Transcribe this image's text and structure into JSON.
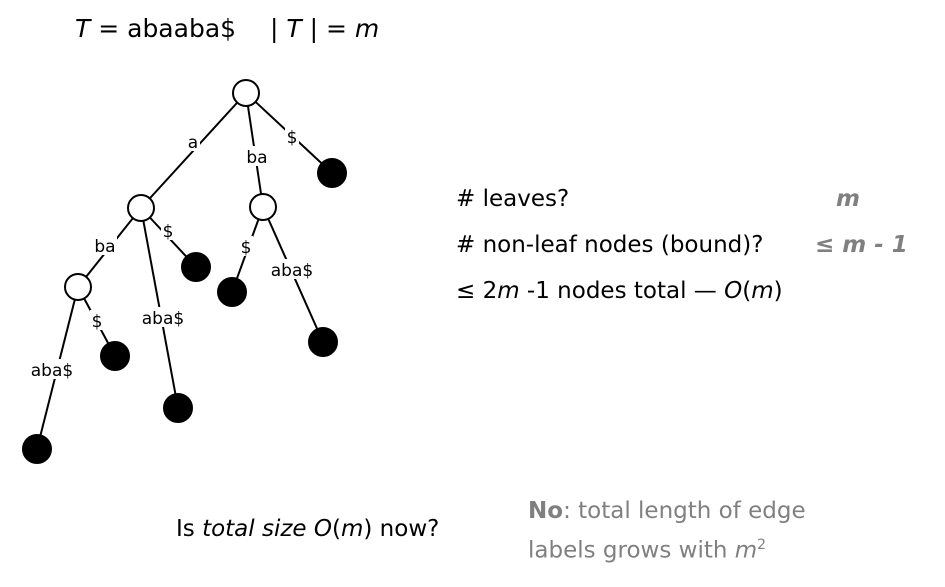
{
  "title": {
    "t": "T",
    "eq": " = abaaba$",
    "bar1": "| ",
    "t2": "T",
    "bar2": " | = ",
    "m": "m"
  },
  "tree": {
    "edges": [
      {
        "label": "a"
      },
      {
        "label": "ba"
      },
      {
        "label": "$"
      },
      {
        "label": "ba"
      },
      {
        "label": "$"
      },
      {
        "label": "aba$"
      },
      {
        "label": "$"
      },
      {
        "label": "aba$"
      },
      {
        "label": "$"
      },
      {
        "label": "aba$"
      }
    ]
  },
  "facts": {
    "leaves_q": "# leaves?",
    "leaves_a": "m",
    "nonleaf_q": "# non-leaf nodes (bound)?",
    "nonleaf_a": "≤ m - 1",
    "total_pre": "≤ 2",
    "total_m": "m",
    "total_mid": " -1 nodes total — ",
    "total_o": "O",
    "total_paren1": "(",
    "total_m2": "m",
    "total_paren2": ")"
  },
  "question": {
    "is": "Is ",
    "ital": "total size O",
    "p1": "(",
    "m": "m",
    "p2": ") now?"
  },
  "answer": {
    "no": "No",
    "rest": ": total length of edge",
    "line2": "labels grows with ",
    "m": "m",
    "sup": "2"
  }
}
